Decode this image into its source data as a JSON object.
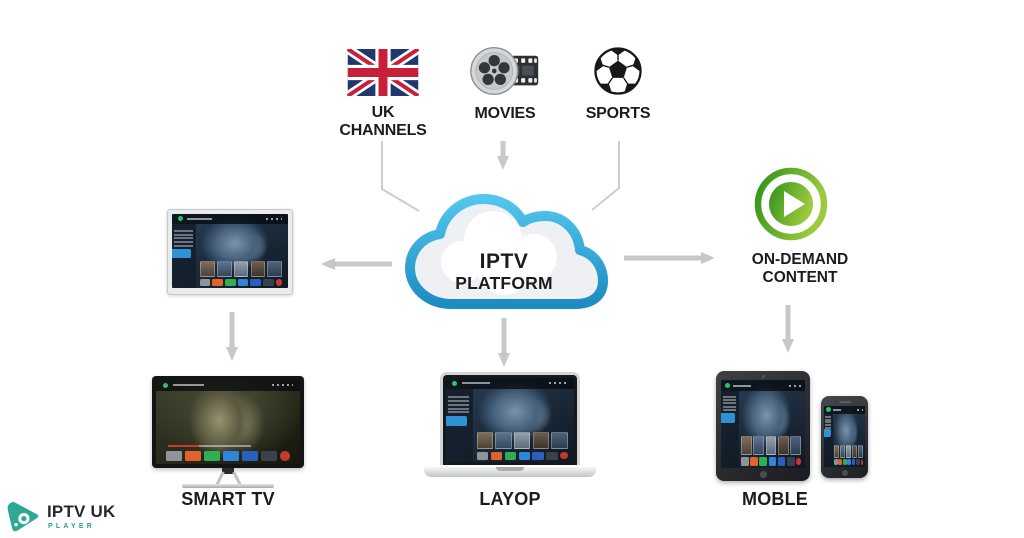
{
  "sources": [
    {
      "name": "uk-channels",
      "label": "UK CHANNELS",
      "icon": "uk-flag"
    },
    {
      "name": "movies",
      "label": "MOVIES",
      "icon": "film-reel"
    },
    {
      "name": "sports",
      "label": "SPORTS",
      "icon": "soccer-ball"
    }
  ],
  "platform": {
    "line1": "IPTV",
    "line2": "PLATFORM"
  },
  "on_demand": {
    "line1": "ON-DEMAND",
    "line2": "CONTENT"
  },
  "devices": [
    {
      "name": "smart-tv",
      "label": "SMART TV"
    },
    {
      "name": "laptop",
      "label": "LAYOP"
    },
    {
      "name": "mobile",
      "label": "MOBLE"
    }
  ],
  "logo": {
    "title": "IPTV UK",
    "subtitle": "PLAYER"
  },
  "colors": {
    "background": "#ffffff",
    "cloud_stroke_top": "#52c6ee",
    "cloud_stroke_bottom": "#1d8cc2",
    "cloud_fill": "#eef0f3",
    "arrow_gray": "#c6c8ca",
    "on_demand_green_dark": "#2f921c",
    "on_demand_green_light": "#9cca3c",
    "label_black": "#1b1c1e",
    "logo_teal": "#2aa08e"
  }
}
